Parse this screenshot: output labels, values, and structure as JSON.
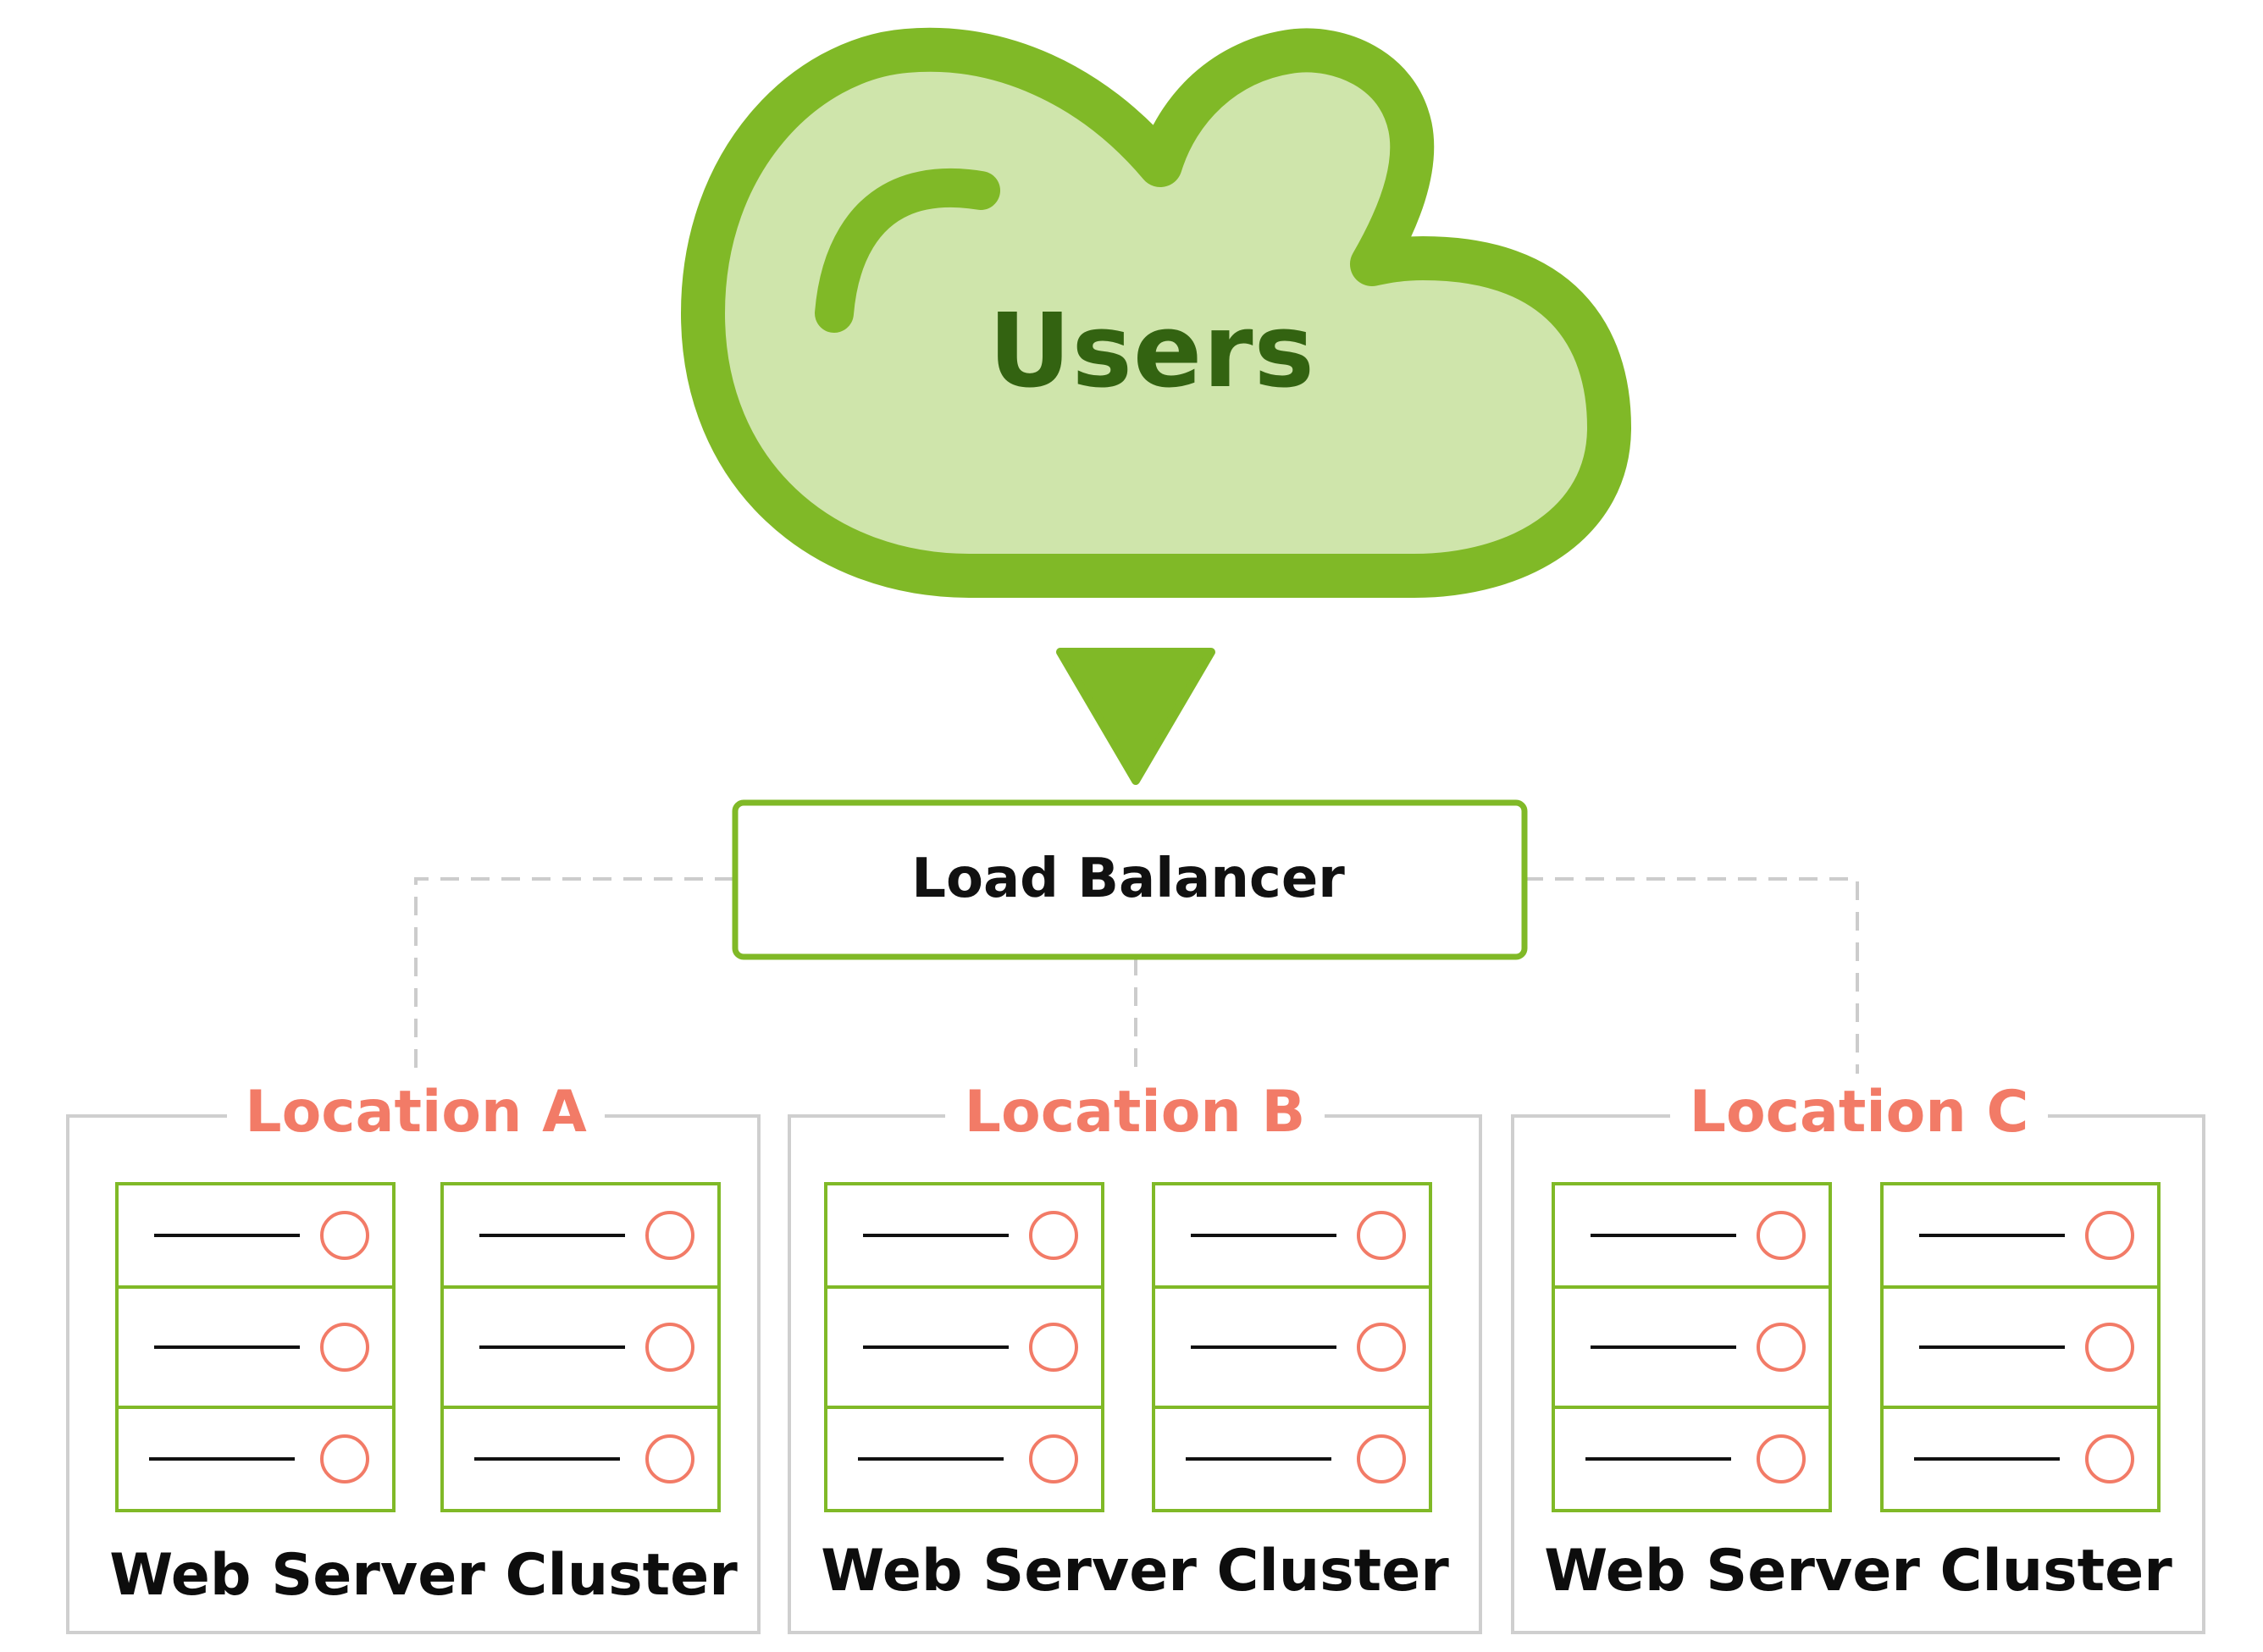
{
  "users": {
    "label": "Users"
  },
  "load_balancer": {
    "label": "Load Balancer"
  },
  "locations": [
    {
      "title": "Location A",
      "cluster_label": "Web Server Cluster"
    },
    {
      "title": "Location B",
      "cluster_label": "Web Server Cluster"
    },
    {
      "title": "Location C",
      "cluster_label": "Web Server Cluster"
    }
  ],
  "colors": {
    "cloud_fill": "#cfe5ab",
    "cloud_stroke": "#80b927",
    "users_text": "#336311",
    "location_text": "#f27b67",
    "server_border": "#80b927",
    "indicator": "#f27b67",
    "frame": "#cfcfcf",
    "dashed_line": "#cccccc"
  },
  "icons": {
    "cloud": "cloud-shape-icon",
    "arrow": "arrow-down-icon",
    "server_rack": "server-rack-icon",
    "status_light": "status-light-icon"
  }
}
